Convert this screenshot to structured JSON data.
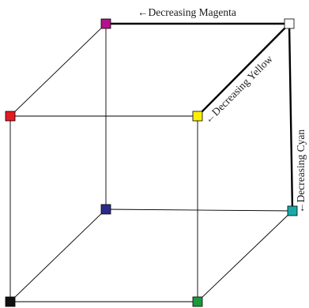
{
  "labels": {
    "magenta": "←Decreasing Magenta",
    "yellow": "←Decreasing Yellow",
    "cyan": "←Decreasing Cyan"
  },
  "vertices": [
    {
      "id": "white",
      "color": "#ffffff"
    },
    {
      "id": "magenta",
      "color": "#b4128c"
    },
    {
      "id": "red",
      "color": "#e51b24"
    },
    {
      "id": "yellow",
      "color": "#ffef00"
    },
    {
      "id": "blue",
      "color": "#2a2a8c"
    },
    {
      "id": "cyan",
      "color": "#1aa9a9"
    },
    {
      "id": "black",
      "color": "#111111"
    },
    {
      "id": "green",
      "color": "#1a9a3a"
    }
  ]
}
